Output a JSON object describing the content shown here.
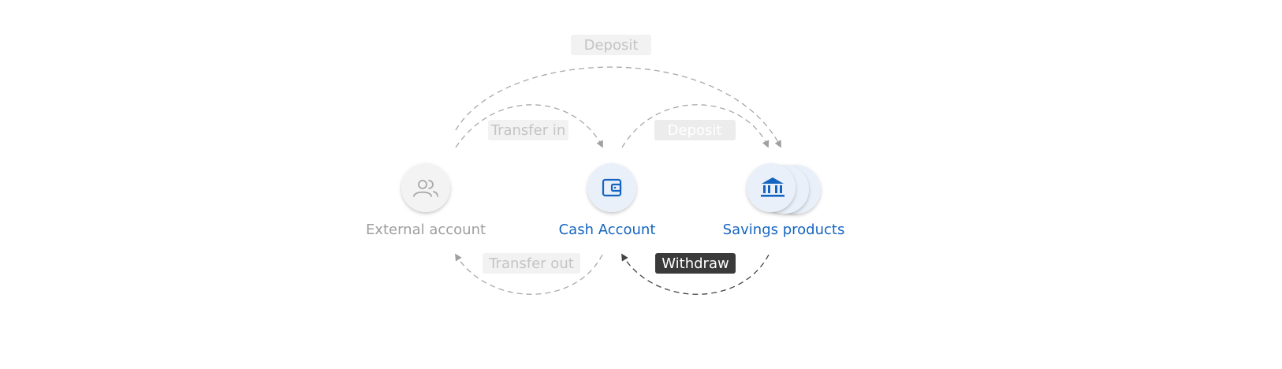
{
  "nodes": {
    "external": {
      "label": "External account",
      "icon": "people-icon",
      "state": "muted"
    },
    "cash": {
      "label": "Cash Account",
      "icon": "wallet-icon",
      "state": "active"
    },
    "savings": {
      "label": "Savings products",
      "icon": "bank-icon",
      "state": "active"
    }
  },
  "flows": {
    "deposit_external_to_savings": {
      "label": "Deposit",
      "state": "faded"
    },
    "transfer_in": {
      "label": "Transfer in",
      "state": "faded"
    },
    "deposit_cash_to_savings": {
      "label": "Deposit",
      "state": "disabled"
    },
    "transfer_out": {
      "label": "Transfer out",
      "state": "faded"
    },
    "withdraw": {
      "label": "Withdraw",
      "state": "highlighted"
    }
  },
  "colors": {
    "accent_blue": "#1565c0",
    "muted_text": "#9e9e9e",
    "faded_label": "#c4c4c4",
    "pill_bg": "#f2f2f2",
    "disabled_pill_bg": "#ececec",
    "highlight_pill_bg": "#3a3a3a",
    "highlight_text": "#ffffff",
    "circle_active": "#e9f0f9",
    "circle_muted": "#f3f3f3",
    "dash_light": "#a8a8a8",
    "dash_dark": "#444444"
  }
}
